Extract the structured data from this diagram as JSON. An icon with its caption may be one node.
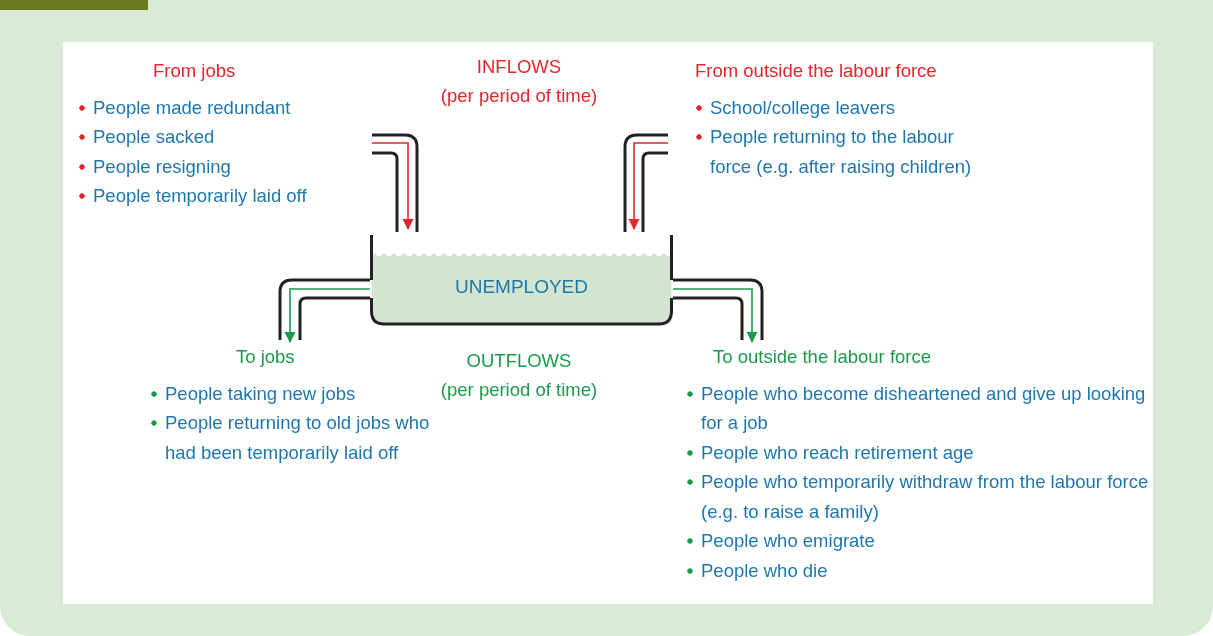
{
  "diagram": {
    "nodes": [
      {
        "text": [
          "From jobs",
          "People made redundant",
          "People sacked",
          "People resigning",
          "People temporarily laid off"
        ]
      },
      {
        "text": [
          "From outside the labour force",
          "School/college leavers",
          "People returning to the labour force (e.g. after raising children)"
        ]
      },
      {
        "text": [
          "UNEMPLOYED"
        ]
      },
      {
        "text": [
          "To jobs",
          "People taking new jobs",
          "People returning to old jobs who had been temporarily laid off"
        ]
      },
      {
        "text": [
          "To outside the labour force",
          "People who become disheartened and give up looking for a job",
          "People who reach retirement age",
          "People who temporarily withdraw from the labour force (e.g. to raise a family)",
          "People who emigrate",
          "People who die"
        ]
      }
    ],
    "edges": [
      {
        "from": 0,
        "to": 2,
        "arrow": "to",
        "color": "#e3262b"
      },
      {
        "from": 1,
        "to": 2,
        "arrow": "to",
        "color": "#e3262b"
      },
      {
        "from": 2,
        "to": 3,
        "arrow": "to",
        "color": "#1b9a4b"
      },
      {
        "from": 2,
        "to": 4,
        "arrow": "to",
        "color": "#1b9a4b"
      }
    ],
    "labels": [
      "INFLOWS",
      "(per period of time)",
      "OUTFLOWS",
      "(per period of time)"
    ]
  }
}
